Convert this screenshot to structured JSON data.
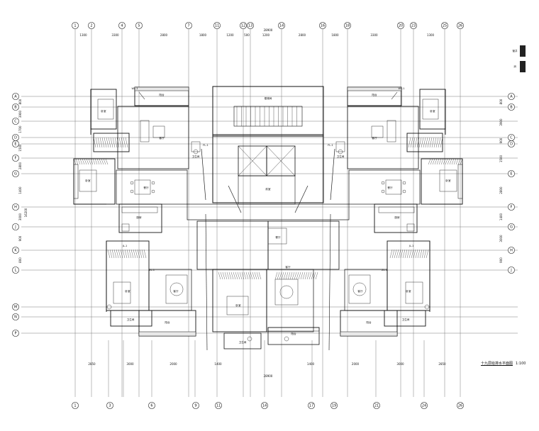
{
  "drawing": {
    "title": "十九层给排水平面图",
    "scale": "1:100"
  },
  "axes": {
    "top": [
      "1",
      "2",
      "4",
      "5",
      "7",
      "11",
      "12",
      "13",
      "14",
      "16",
      "18",
      "20",
      "23",
      "25",
      "26"
    ],
    "bottom": [
      "1",
      "3",
      "6",
      "9",
      "11",
      "14",
      "17",
      "19",
      "21",
      "24",
      "26"
    ],
    "left": [
      "A",
      "B",
      "C",
      "D",
      "E",
      "F",
      "G",
      "H",
      "J",
      "K",
      "L",
      "M",
      "N",
      "P"
    ],
    "right": [
      "A",
      "B",
      "C",
      "D",
      "E",
      "F",
      "G",
      "H",
      "J"
    ]
  },
  "dims": {
    "top_segments": [
      "1300",
      "3300",
      "2800",
      "1800",
      "1200",
      "500",
      "1200",
      "2800",
      "1800",
      "3300",
      "1300"
    ],
    "top_total": "28900",
    "bottom_segments": [
      "2850",
      "3000",
      "2000",
      "1400",
      "1400",
      "2000",
      "3000",
      "2850"
    ],
    "bottom_total": "28900",
    "left_side": [
      "800",
      "3900",
      "1700",
      "1500",
      "2800",
      "1400",
      "3000",
      "900",
      "800"
    ],
    "left_total": "16200",
    "right_side": [
      "800",
      "3900",
      "900",
      "1500",
      "2800",
      "1400",
      "3000",
      "900"
    ]
  },
  "rooms": {
    "bedroom": "卧室",
    "living": "客厅",
    "dining": "餐厅",
    "kitchen": "厨房",
    "toilet": "卫生间",
    "balcony": "阳台",
    "stair": "楼梯间",
    "lobby": "前室"
  },
  "shaft_labels": [
    "WL-1",
    "FL-1",
    "JL-1",
    "ZL-1"
  ],
  "legend": {
    "a": "管井",
    "b": "消"
  }
}
